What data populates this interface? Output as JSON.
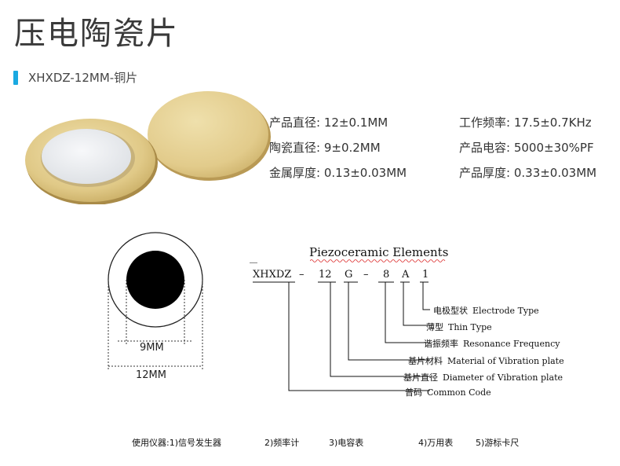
{
  "header": {
    "title": "压电陶瓷片"
  },
  "product": {
    "subtitle": "XHXDZ-12MM-铜片"
  },
  "specs": [
    {
      "label": "产品直径:",
      "value": "12±0.1MM"
    },
    {
      "label": "工作频率:",
      "value": "17.5±0.7KHz"
    },
    {
      "label": "陶瓷直径:",
      "value": "9±0.2MM"
    },
    {
      "label": "产品电容:",
      "value": "5000±30%PF"
    },
    {
      "label": "金属厚度:",
      "value": "0.13±0.03MM"
    },
    {
      "label": "产品厚度:",
      "value": "0.33±0.03MM"
    }
  ],
  "diagram": {
    "title": "Piezoceramic Elements",
    "dim_inner": "9MM",
    "dim_outer": "12MM",
    "model_parts": [
      "XHXDZ",
      "–",
      "12",
      "G",
      "–",
      "8",
      "A",
      "1"
    ],
    "annotations": [
      {
        "cn": "电极型状",
        "en": "Electrode Type"
      },
      {
        "cn": "薄型",
        "en": "Thin Type"
      },
      {
        "cn": "谐振频率",
        "en": "Resonance Frequency"
      },
      {
        "cn": "基片材料",
        "en": "Material of Vibration plate"
      },
      {
        "cn": "基片直径",
        "en": "Diameter of Vibration plate"
      },
      {
        "cn": "普码",
        "en": "Common Code"
      }
    ]
  },
  "tools": [
    "使用仪器:1)信号发生器",
    "2)频率计",
    "3)电容表",
    "4)万用表",
    "5)游标卡尺"
  ],
  "colors": {
    "accent": "#1aa9e1",
    "brass": "#e2cc8c",
    "ceramic": "#e9ebee"
  }
}
